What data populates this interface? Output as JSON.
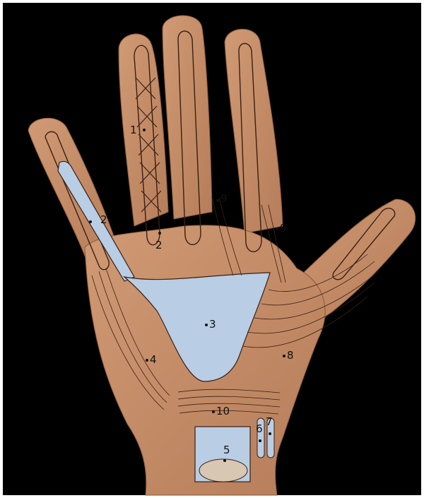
{
  "figure": {
    "colors": {
      "background": "#000000",
      "skin": "#c78f6a",
      "skin_shadow": "#a8714f",
      "structure_fill": "#b9cde4",
      "line": "#3a1f14"
    },
    "labels": [
      {
        "id": "l1",
        "text": "1"
      },
      {
        "id": "l2a",
        "text": "2"
      },
      {
        "id": "l2b",
        "text": "2"
      },
      {
        "id": "l3",
        "text": "3"
      },
      {
        "id": "l4",
        "text": "4"
      },
      {
        "id": "l5",
        "text": "5"
      },
      {
        "id": "l6",
        "text": "6"
      },
      {
        "id": "l7",
        "text": "7"
      },
      {
        "id": "l8",
        "text": "8"
      },
      {
        "id": "l9a",
        "text": "9"
      },
      {
        "id": "l9b",
        "text": "9"
      },
      {
        "id": "l10",
        "text": "10"
      }
    ]
  }
}
